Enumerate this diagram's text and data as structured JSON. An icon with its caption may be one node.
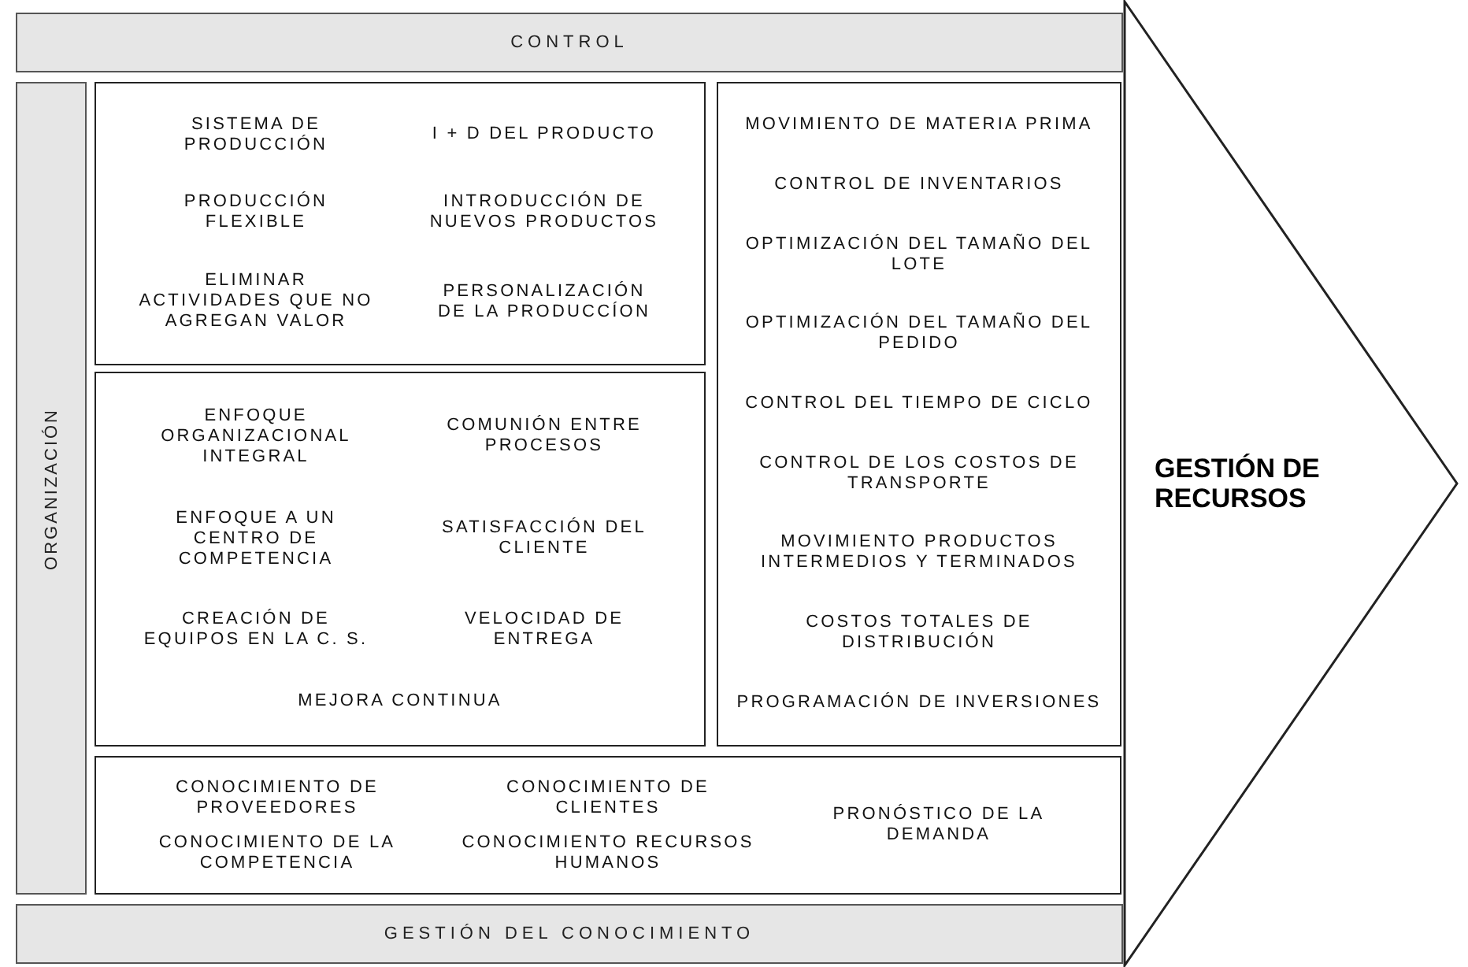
{
  "diagram": {
    "nodes": [
      {
        "text": [
          "CONTROL"
        ]
      },
      {
        "text": [
          "ORGANIZACIÓN"
        ]
      },
      {
        "text": [
          "SISTEMA DE PRODUCCIÓN",
          "I + D DEL PRODUCTO",
          "PRODUCCIÓN FLEXIBLE",
          "INTRODUCCIÓN DE NUEVOS PRODUCTOS",
          "ELIMINAR ACTIVIDADES QUE NO AGREGAN VALOR",
          "PERSONALIZACIÓN DE LA PRODUCCÍON"
        ]
      },
      {
        "text": [
          "ENFOQUE ORGANIZACIONAL INTEGRAL",
          "COMUNIÓN ENTRE PROCESOS",
          "ENFOQUE A UN CENTRO DE COMPETENCIA",
          "SATISFACCIÓN DEL CLIENTE",
          "CREACIÓN DE EQUIPOS EN LA C. S.",
          "VELOCIDAD DE ENTREGA",
          "MEJORA CONTINUA"
        ]
      },
      {
        "text": [
          "MOVIMIENTO DE MATERIA PRIMA",
          "CONTROL DE INVENTARIOS",
          "OPTIMIZACIÓN DEL TAMAÑO DEL LOTE",
          "OPTIMIZACIÓN DEL TAMAÑO DEL PEDIDO",
          "CONTROL DEL TIEMPO DE CICLO",
          "CONTROL DE LOS COSTOS DE TRANSPORTE",
          "MOVIMIENTO PRODUCTOS INTERMEDIOS Y TERMINADOS",
          "COSTOS TOTALES DE DISTRIBUCIÓN",
          "PROGRAMACIÓN DE INVERSIONES"
        ]
      },
      {
        "text": [
          "CONOCIMIENTO DE PROVEEDORES",
          "CONOCIMIENTO DE CLIENTES",
          "PRONÓSTICO DE LA DEMANDA",
          "CONOCIMIENTO DE LA COMPETENCIA",
          "CONOCIMIENTO RECURSOS HUMANOS"
        ]
      },
      {
        "text": [
          "GESTIÓN DEL CONOCIMIENTO"
        ]
      },
      {
        "text": [
          "GESTIÓN DE RECURSOS"
        ]
      }
    ]
  }
}
